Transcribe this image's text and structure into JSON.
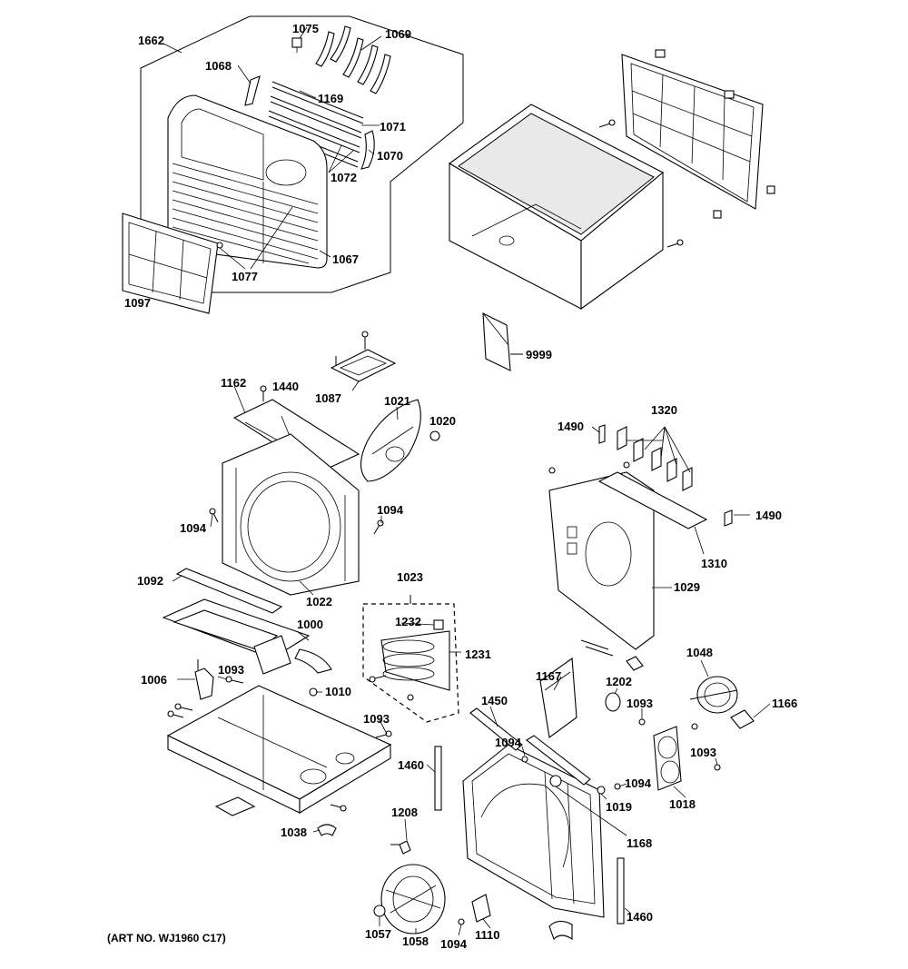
{
  "diagram": {
    "caption": "(ART NO. WJ1960 C17)",
    "labels": {
      "p1662": "1662",
      "p1075": "1075",
      "p1069": "1069",
      "p1068": "1068",
      "p1169": "1169",
      "p1071": "1071",
      "p1072": "1072",
      "p1070": "1070",
      "p1067": "1067",
      "p1077": "1077",
      "p1097": "1097",
      "p9999": "9999",
      "p1162": "1162",
      "p1440": "1440",
      "p1087": "1087",
      "p1021": "1021",
      "p1020": "1020",
      "p1094a": "1094",
      "p1094b": "1094",
      "p1092": "1092",
      "p1022": "1022",
      "p1023": "1023",
      "p1232": "1232",
      "p1231": "1231",
      "p1000": "1000",
      "p1006": "1006",
      "p1093a": "1093",
      "p1010": "1010",
      "p1093b": "1093",
      "p1038": "1038",
      "p1490a": "1490",
      "p1320": "1320",
      "p1490b": "1490",
      "p1310": "1310",
      "p1029": "1029",
      "p1048": "1048",
      "p1166": "1166",
      "p1167": "1167",
      "p1202": "1202",
      "p1093c": "1093",
      "p1450": "1450",
      "p1094c": "1094",
      "p1093d": "1093",
      "p1460a": "1460",
      "p1094d": "1094",
      "p1019": "1019",
      "p1018": "1018",
      "p1208": "1208",
      "p1168": "1168",
      "p1460b": "1460",
      "p1057": "1057",
      "p1058": "1058",
      "p1094e": "1094",
      "p1110": "1110"
    }
  }
}
